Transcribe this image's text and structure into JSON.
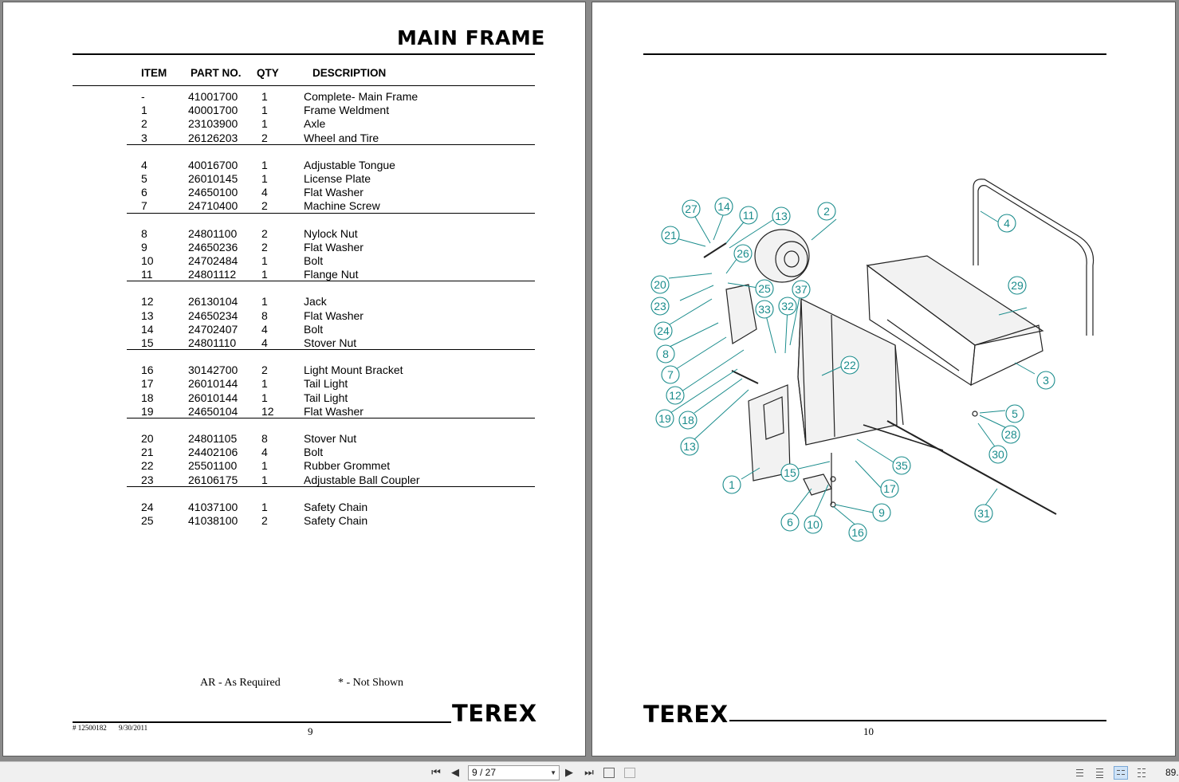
{
  "left_page": {
    "title": "MAIN FRAME",
    "headers": {
      "item": "ITEM",
      "part_no": "PART NO.",
      "qty": "QTY",
      "description": "DESCRIPTION"
    },
    "groups": [
      [
        {
          "item": "-",
          "part_no": "41001700",
          "qty": "1",
          "description": "Complete- Main Frame"
        },
        {
          "item": "1",
          "part_no": "40001700",
          "qty": "1",
          "description": "Frame Weldment"
        },
        {
          "item": "2",
          "part_no": "23103900",
          "qty": "1",
          "description": "Axle"
        },
        {
          "item": "3",
          "part_no": "26126203",
          "qty": "2",
          "description": "Wheel and Tire"
        }
      ],
      [
        {
          "item": "4",
          "part_no": "40016700",
          "qty": "1",
          "description": "Adjustable Tongue"
        },
        {
          "item": "5",
          "part_no": "26010145",
          "qty": "1",
          "description": "License Plate"
        },
        {
          "item": "6",
          "part_no": "24650100",
          "qty": "4",
          "description": "Flat Washer"
        },
        {
          "item": "7",
          "part_no": "24710400",
          "qty": "2",
          "description": "Machine Screw"
        }
      ],
      [
        {
          "item": "8",
          "part_no": "24801100",
          "qty": "2",
          "description": "Nylock Nut"
        },
        {
          "item": "9",
          "part_no": "24650236",
          "qty": "2",
          "description": "Flat Washer"
        },
        {
          "item": "10",
          "part_no": "24702484",
          "qty": "1",
          "description": "Bolt"
        },
        {
          "item": "11",
          "part_no": "24801112",
          "qty": "1",
          "description": "Flange Nut"
        }
      ],
      [
        {
          "item": "12",
          "part_no": "26130104",
          "qty": "1",
          "description": "Jack"
        },
        {
          "item": "13",
          "part_no": "24650234",
          "qty": "8",
          "description": "Flat Washer"
        },
        {
          "item": "14",
          "part_no": "24702407",
          "qty": "4",
          "description": "Bolt"
        },
        {
          "item": "15",
          "part_no": "24801110",
          "qty": "4",
          "description": "Stover Nut"
        }
      ],
      [
        {
          "item": "16",
          "part_no": "30142700",
          "qty": "2",
          "description": "Light Mount Bracket"
        },
        {
          "item": "17",
          "part_no": "26010144",
          "qty": "1",
          "description": "Tail Light"
        },
        {
          "item": "18",
          "part_no": "26010144",
          "qty": "1",
          "description": "Tail Light"
        },
        {
          "item": "19",
          "part_no": "24650104",
          "qty": "12",
          "description": "Flat Washer"
        }
      ],
      [
        {
          "item": "20",
          "part_no": "24801105",
          "qty": "8",
          "description": "Stover Nut"
        },
        {
          "item": "21",
          "part_no": "24402106",
          "qty": "4",
          "description": "Bolt"
        },
        {
          "item": "22",
          "part_no": "25501100",
          "qty": "1",
          "description": "Rubber Grommet"
        },
        {
          "item": "23",
          "part_no": "26106175",
          "qty": "1",
          "description": "Adjustable Ball Coupler"
        }
      ],
      [
        {
          "item": "24",
          "part_no": "41037100",
          "qty": "1",
          "description": "Safety Chain"
        },
        {
          "item": "25",
          "part_no": "41038100",
          "qty": "2",
          "description": "Safety Chain"
        }
      ]
    ],
    "note_ar": "AR - As Required",
    "note_not_shown": "* - Not Shown",
    "logo": "TEREX",
    "doc_id": "# 12500182",
    "doc_date": "9/30/2011",
    "page_number": "9"
  },
  "right_page": {
    "logo": "TEREX",
    "page_number": "10",
    "callouts": [
      "1",
      "2",
      "3",
      "4",
      "5",
      "6",
      "7",
      "8",
      "9",
      "10",
      "11",
      "12",
      "13",
      "13",
      "14",
      "15",
      "16",
      "17",
      "18",
      "19",
      "20",
      "21",
      "22",
      "23",
      "24",
      "25",
      "26",
      "27",
      "28",
      "29",
      "30",
      "31",
      "32",
      "33",
      "35",
      "37"
    ]
  },
  "toolbar": {
    "page_indicator": "9 / 27",
    "zoom": "89.",
    "icons": [
      "first-page-icon",
      "previous-page-icon",
      "next-page-icon",
      "last-page-icon",
      "go-back-icon",
      "go-forward-icon",
      "single-page-view-icon",
      "continuous-view-icon",
      "two-page-view-icon",
      "two-page-continuous-view-icon"
    ]
  },
  "colors": {
    "callout": "#1a8c8c",
    "active_view": "#cfe3f7"
  }
}
